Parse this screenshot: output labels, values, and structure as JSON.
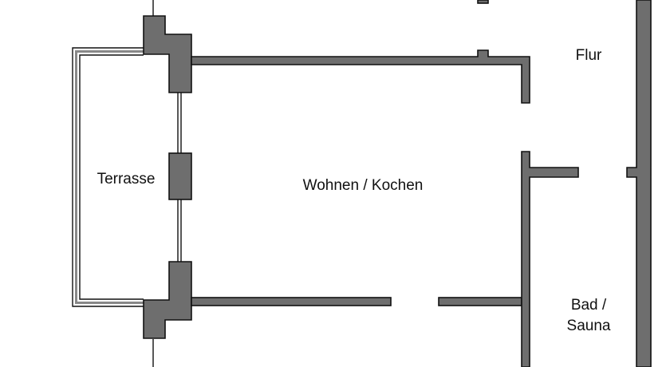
{
  "plan": {
    "rooms": {
      "terrasse": "Terrasse",
      "wohnen_kochen": "Wohnen / Kochen",
      "flur": "Flur",
      "bad_sauna_line1": "Bad /",
      "bad_sauna_line2": "Sauna"
    },
    "colors": {
      "wall_fill": "#6e6e6e",
      "wall_stroke": "#111111",
      "background": "#ffffff"
    }
  }
}
